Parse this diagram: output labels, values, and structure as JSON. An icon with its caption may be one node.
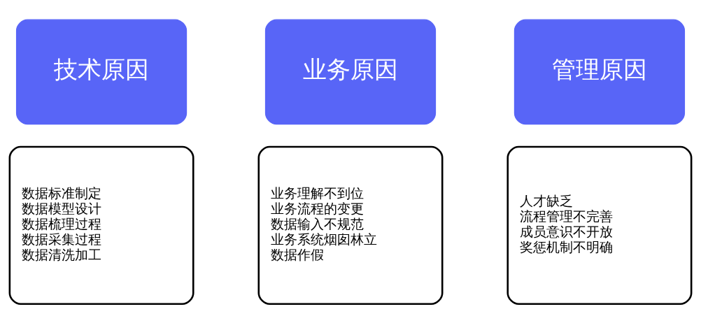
{
  "diagram": {
    "nodes": [
      {
        "text": [
          "技术原因"
        ]
      },
      {
        "text": [
          "业务原因"
        ]
      },
      {
        "text": [
          "管理原因"
        ]
      },
      {
        "text": [
          "数据标准制定",
          "数据模型设计",
          "数据梳理过程",
          "数据采集过程",
          "数据清洗加工"
        ]
      },
      {
        "text": [
          "业务理解不到位",
          "业务流程的变更",
          "数据输入不规范",
          "业务系统烟囱林立",
          "数据作假"
        ]
      },
      {
        "text": [
          "人才缺乏",
          "流程管理不完善",
          "成员意识不开放",
          "奖惩机制不明确"
        ]
      }
    ],
    "edges": []
  }
}
